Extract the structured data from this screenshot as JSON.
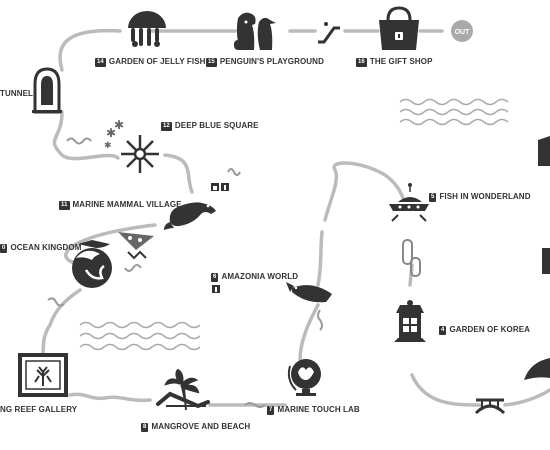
{
  "colors": {
    "ink": "#333333",
    "path": "#bbbbbb",
    "paper": "#ffffff",
    "out": "#aaaaaa"
  },
  "out_label": "OUT",
  "labels": {
    "jelly": {
      "num": "14",
      "text": "GARDEN OF JELLY FISH"
    },
    "penguin": {
      "num": "15",
      "text": "PENGUIN'S PLAYGROUND"
    },
    "gift": {
      "num": "16",
      "text": "THE GIFT SHOP"
    },
    "tunnel": {
      "num": "",
      "text": "TUNNEL"
    },
    "deepblue": {
      "num": "12",
      "text": "DEEP BLUE SQUARE"
    },
    "mammal": {
      "num": "11",
      "text": "MARINE MAMMAL VILLAGE"
    },
    "ocean": {
      "num": "0",
      "text": "OCEAN KINGDOM"
    },
    "amazonia": {
      "num": "6",
      "text": "AMAZONIA WORLD"
    },
    "fish": {
      "num": "5",
      "text": "FISH IN WONDERLAND"
    },
    "korea": {
      "num": "4",
      "text": "GARDEN OF KOREA"
    },
    "reef": {
      "num": "",
      "text": "NG REEF GALLERY"
    },
    "mangrove": {
      "num": "8",
      "text": "MANGROVE AND BEACH"
    },
    "touch": {
      "num": "7",
      "text": "MARINE TOUCH LAB"
    }
  },
  "icons": [
    "jellyfish-icon",
    "penguin-icon",
    "escalator-icon",
    "gift-shop-icon",
    "exit-icon",
    "tunnel-icon",
    "sparkle-icon",
    "coral-icon",
    "manatee-icon",
    "shark-icon",
    "swimmer-icon",
    "ufo-fish-icon",
    "lantern-icon",
    "bridge-icon",
    "fish-icon",
    "globe-icon",
    "palm-beach-icon",
    "reef-frame-icon",
    "wave-icon",
    "restroom-icon",
    "elevator-icon"
  ]
}
